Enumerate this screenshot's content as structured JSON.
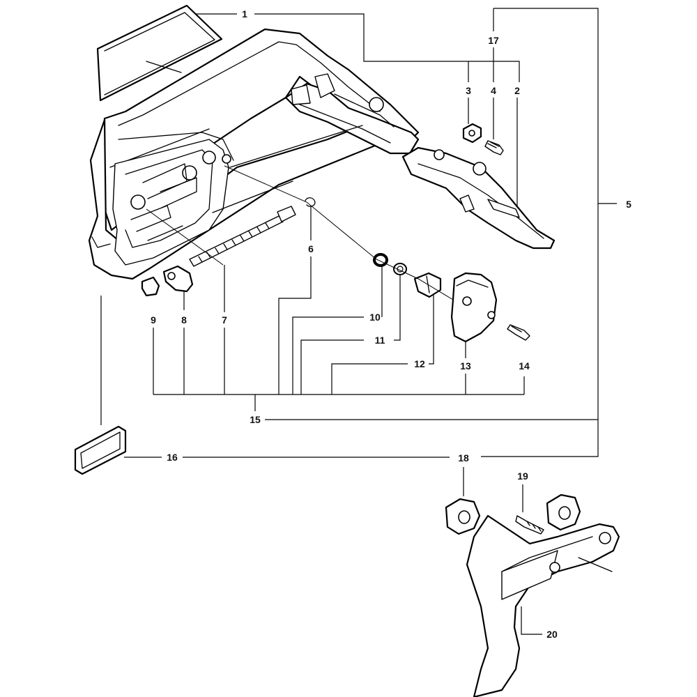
{
  "diagram": {
    "callouts": [
      {
        "id": "c1",
        "number": "1"
      },
      {
        "id": "c2",
        "number": "2"
      },
      {
        "id": "c3",
        "number": "3"
      },
      {
        "id": "c4",
        "number": "4"
      },
      {
        "id": "c5",
        "number": "5"
      },
      {
        "id": "c6",
        "number": "6"
      },
      {
        "id": "c7",
        "number": "7"
      },
      {
        "id": "c8",
        "number": "8"
      },
      {
        "id": "c9",
        "number": "9"
      },
      {
        "id": "c10",
        "number": "10"
      },
      {
        "id": "c11",
        "number": "11"
      },
      {
        "id": "c12",
        "number": "12"
      },
      {
        "id": "c13",
        "number": "13"
      },
      {
        "id": "c14",
        "number": "14"
      },
      {
        "id": "c15",
        "number": "15"
      },
      {
        "id": "c16",
        "number": "16"
      },
      {
        "id": "c17",
        "number": "17"
      },
      {
        "id": "c18",
        "number": "18"
      },
      {
        "id": "c19",
        "number": "19"
      },
      {
        "id": "c20",
        "number": "20"
      }
    ]
  }
}
